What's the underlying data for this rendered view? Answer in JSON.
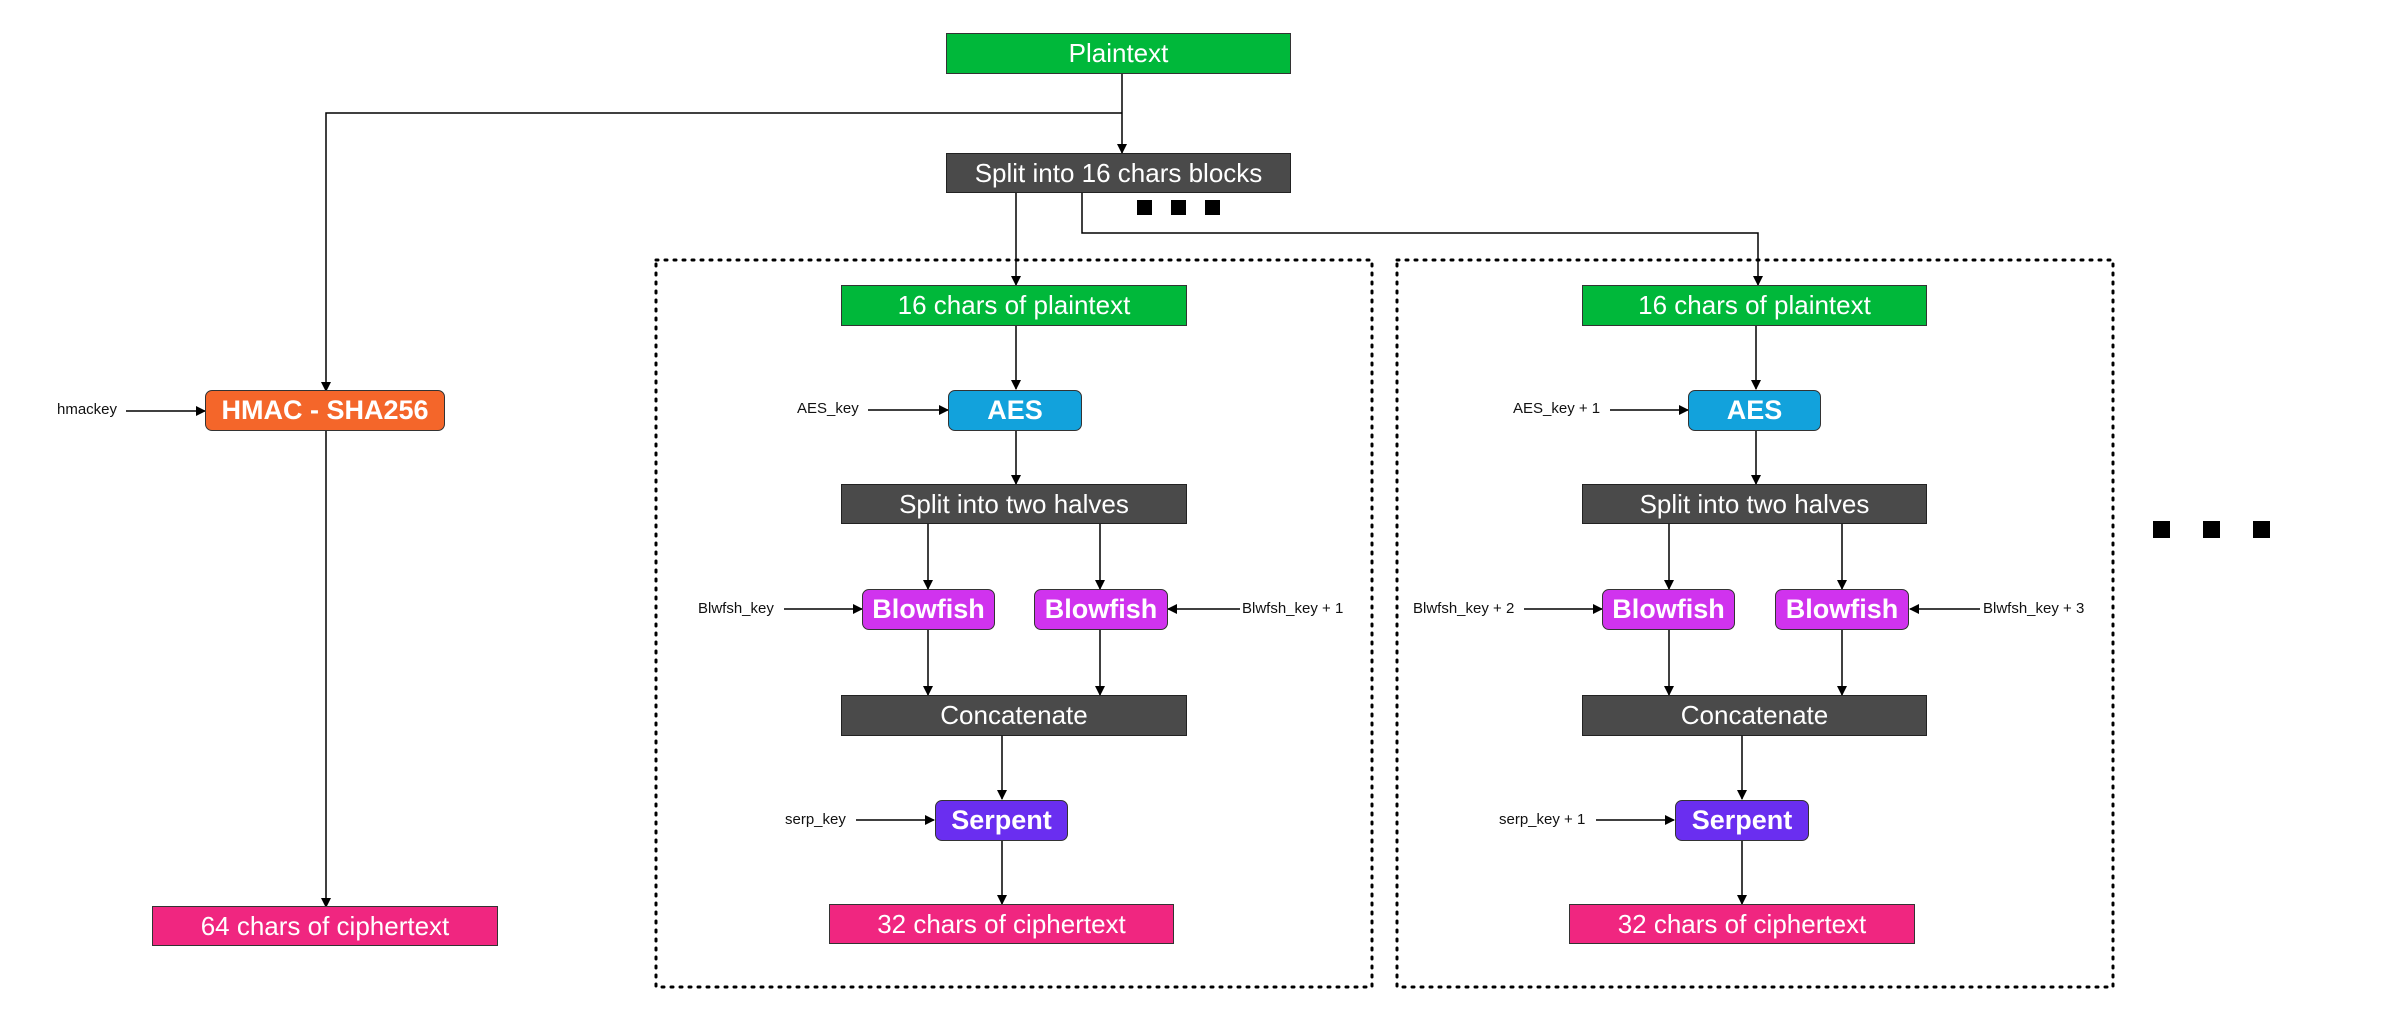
{
  "nodes": {
    "plaintext": "Plaintext",
    "split_blocks": "Split into 16 chars blocks",
    "hmac": "HMAC - SHA256",
    "hmac_output": "64 chars of ciphertext",
    "block1": {
      "input": "16 chars of plaintext",
      "aes": "AES",
      "split": "Split into two halves",
      "blowfish_left": "Blowfish",
      "blowfish_right": "Blowfish",
      "concat": "Concatenate",
      "serpent": "Serpent",
      "output": "32 chars of ciphertext"
    },
    "block2": {
      "input": "16 chars of plaintext",
      "aes": "AES",
      "split": "Split into two halves",
      "blowfish_left": "Blowfish",
      "blowfish_right": "Blowfish",
      "concat": "Concatenate",
      "serpent": "Serpent",
      "output": "32 chars of ciphertext"
    }
  },
  "keys": {
    "hmackey": "hmackey",
    "block1": {
      "aes": "AES_key",
      "blowfish_left": "Blwfsh_key",
      "blowfish_right": "Blwfsh_key + 1",
      "serpent": "serp_key"
    },
    "block2": {
      "aes": "AES_key + 1",
      "blowfish_left": "Blwfsh_key + 2",
      "blowfish_right": "Blwfsh_key + 3",
      "serpent": "serp_key + 1"
    }
  },
  "colors": {
    "plaintext": "#00b83a",
    "process": "#4a4a4a",
    "ciphertext": "#f02680",
    "hmac": "#f4662a",
    "aes": "#12a2dc",
    "blowfish": "#d033ee",
    "serpent": "#6a2ef0"
  }
}
